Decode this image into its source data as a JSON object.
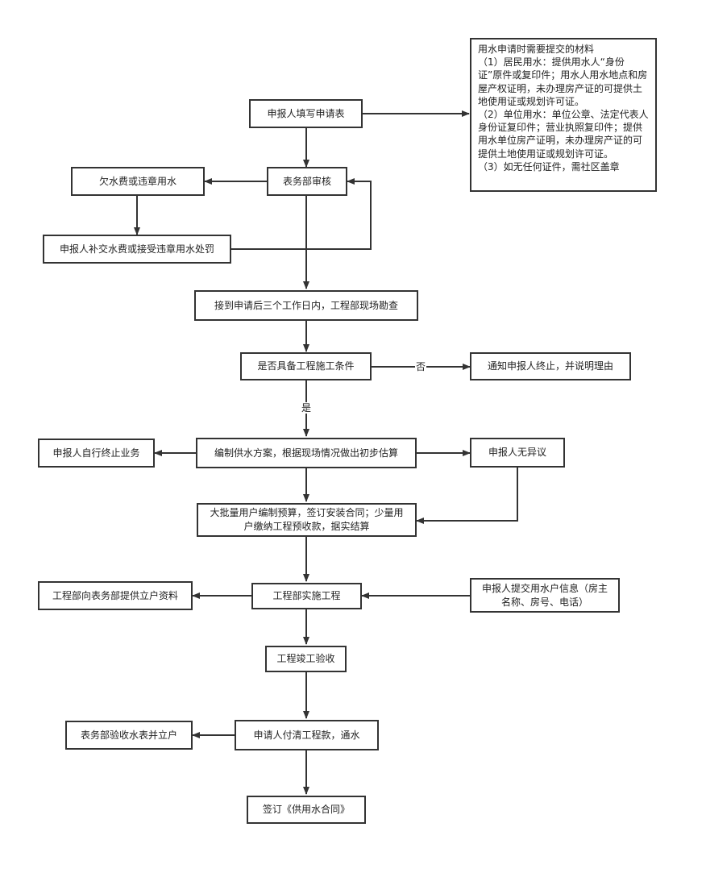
{
  "boxes": {
    "fill_form": "申报人填写申请表",
    "audit": "表务部审核",
    "arrears": "欠水费或违章用水",
    "pay_arrears": "申报人补交水费或接受违章用水处罚",
    "survey": "接到申请后三个工作日内，工程部现场勘查",
    "condition": "是否具备工程施工条件",
    "notify_stop": "通知申报人终止，并说明理由",
    "plan": "编制供水方案，根据现场情况做出初步估算",
    "self_stop": "申报人自行终止业务",
    "no_objection": "申报人无异议",
    "budget": "大批量用户编制预算，签订安装合同；少量用户缴纳工程预收款，据实结算",
    "implement": "工程部实施工程",
    "provide_info": "工程部向表务部提供立户资料",
    "submit_info": "申报人提交用水户信息（房主名称、房号、电话）",
    "acceptance": "工程竣工验收",
    "pay_water": "申请人付清工程款，通水",
    "meter_account": "表务部验收水表并立户",
    "sign_contract": "签订《供用水合同》"
  },
  "materials": {
    "title": "用水申请时需要提交的材料",
    "item1": "（1）居民用水：提供用水人“身份证”原件或复印件；用水人用水地点和房屋产权证明，未办理房产证的可提供土地使用证或规划许可证。",
    "item2": "（2）单位用水：单位公章、法定代表人身份证复印件；营业执照复印件；提供用水单位房产证明，未办理房产证的可提供土地使用证或规划许可证。",
    "item3": "（3）如无任何证件，需社区盖章"
  },
  "labels": {
    "no": "否",
    "yes": "是"
  }
}
